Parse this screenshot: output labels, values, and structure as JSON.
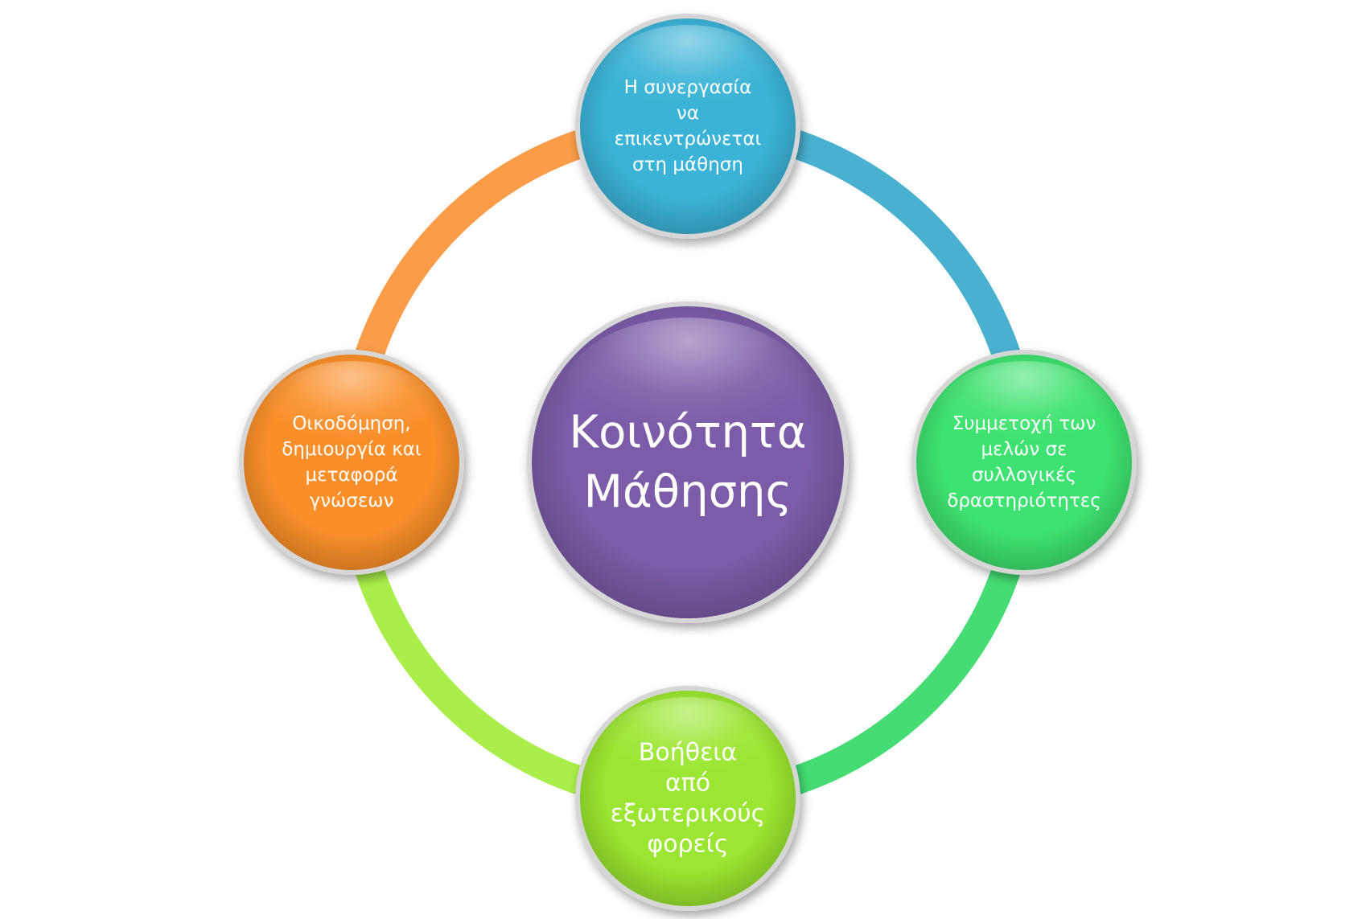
{
  "diagram": {
    "center": {
      "lines": [
        "Κοινότητα",
        "Μάθησης"
      ],
      "color": "#7b5ca8"
    },
    "nodes": [
      {
        "id": "top",
        "lines": [
          "Η συνεργασία",
          "να",
          "επικεντρώνεται",
          "στη μάθηση"
        ],
        "color": "#3bb3d6"
      },
      {
        "id": "right",
        "lines": [
          "Συμμετοχή των",
          "μελών σε",
          "συλλογικές",
          "δραστηριότητες"
        ],
        "color": "#3ee26f"
      },
      {
        "id": "bottom",
        "lines": [
          "Βοήθεια",
          "από",
          "εξωτερικούς",
          "φορείς"
        ],
        "color": "#9ae630"
      },
      {
        "id": "left",
        "lines": [
          "Οικοδόμηση,",
          "δημιουργία και",
          "μεταφορά",
          "γνώσεων"
        ],
        "color": "#fa8f2a"
      }
    ],
    "arcs": [
      {
        "from": "top",
        "to": "right",
        "color": "#4ab0cf"
      },
      {
        "from": "right",
        "to": "bottom",
        "color": "#44dc73"
      },
      {
        "from": "bottom",
        "to": "left",
        "color": "#a9ee4a"
      },
      {
        "from": "left",
        "to": "top",
        "color": "#fa9c48"
      }
    ]
  }
}
